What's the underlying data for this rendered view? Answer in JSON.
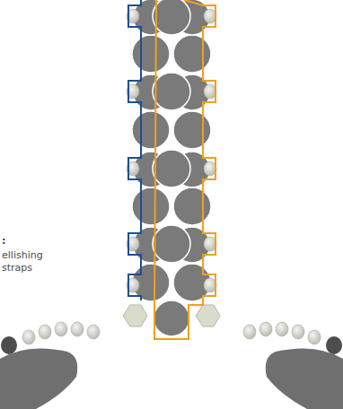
{
  "diagram": {
    "labels": [
      ":",
      "ellishing",
      "straps"
    ]
  }
}
